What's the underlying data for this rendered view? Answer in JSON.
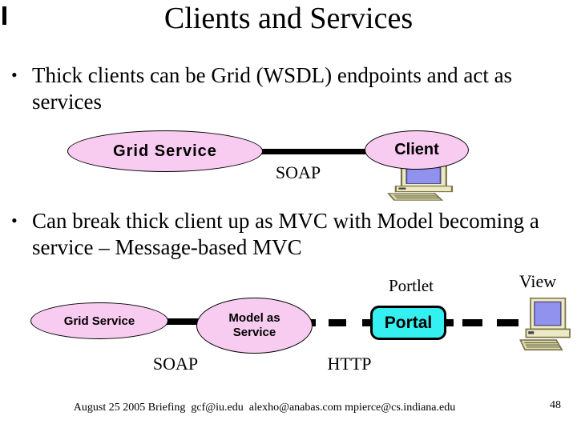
{
  "slide": {
    "title": "Clients and Services",
    "bullet_glyph": "•",
    "bullet1": "Thick clients can be Grid (WSDL) endpoints and act as services",
    "bullet2": "Can break thick client up as MVC with Model becoming a service – Message-based MVC",
    "footer": "August 25 2005 Briefing  gcf@iu.edu  alexho@anabas.com mpierce@cs.indiana.edu",
    "page_number": "48"
  },
  "diagram1": {
    "grid_service_label": "Grid Service",
    "client_label": "Client",
    "soap_label": "SOAP",
    "client_icon": "desktop-computer-icon"
  },
  "diagram2": {
    "grid_service_label": "Grid Service",
    "model_as_service_label": "Model as Service",
    "portal_label": "Portal",
    "portlet_label": "Portlet",
    "view_label": "View",
    "soap_label": "SOAP",
    "http_label": "HTTP",
    "view_icon": "desktop-computer-icon"
  },
  "colors": {
    "ellipse_fill": "#F8CBF0",
    "portal_fill": "#35F0F0",
    "connector": "#000000",
    "screen_blue": "#9192EE",
    "case_beige": "#EDE9C4"
  }
}
